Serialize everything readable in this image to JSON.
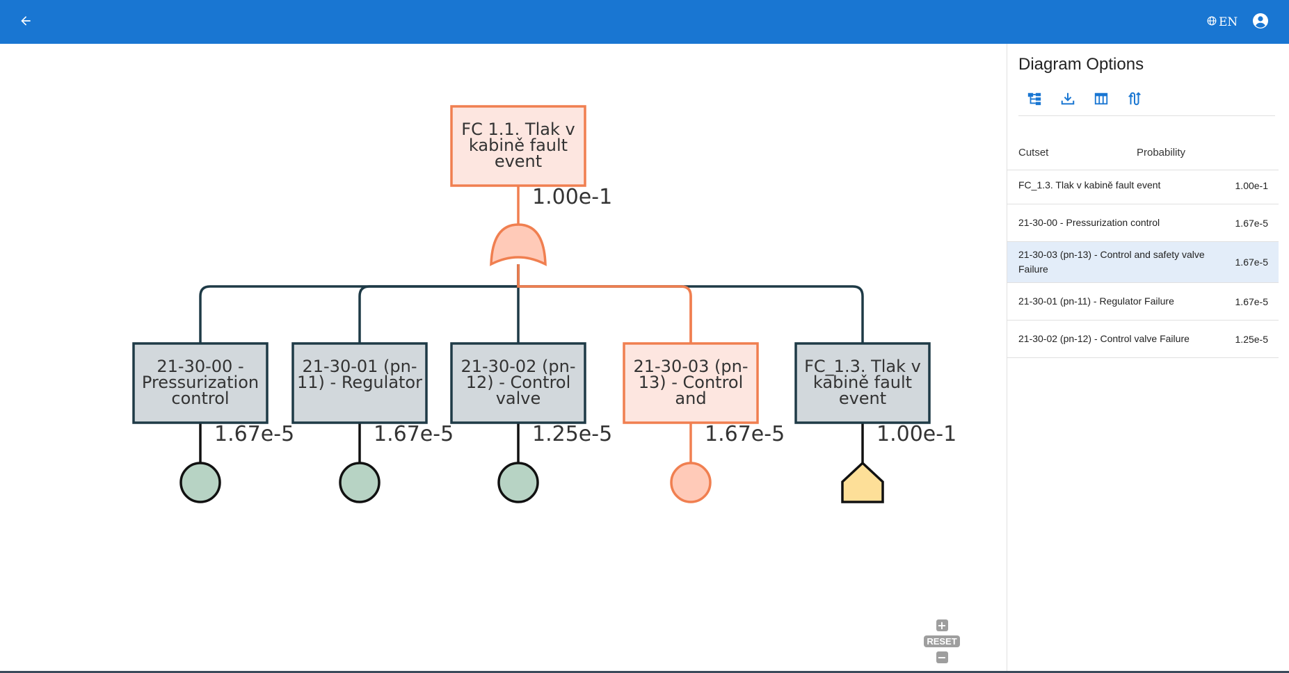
{
  "header": {
    "back_icon": "arrow-left-icon",
    "language_icon": "globe-icon",
    "language_label": "EN",
    "account_icon": "account-circle-icon",
    "background_color": "#1976d2"
  },
  "diagram": {
    "colors": {
      "highlight_stroke": "#f07f50",
      "highlight_fill": "#fde6e0",
      "gate_fill": "#ffcab8",
      "normal_stroke": "#1e3a46",
      "normal_fill": "#d2d8dc",
      "basic_event_fill": "#b7d3c4",
      "house_event_fill": "#fddf98"
    },
    "top_event": {
      "label": "FC 1.1. Tlak v kabině fault event",
      "probability": "1.00e-1",
      "gate_type": "OR"
    },
    "children": [
      {
        "label": "21-30-00 - Pressurization control",
        "probability": "1.67e-5",
        "event_type": "basic",
        "highlighted": false
      },
      {
        "label": "21-30-01 (pn-11) - Regulator",
        "probability": "1.67e-5",
        "event_type": "basic",
        "highlighted": false
      },
      {
        "label": "21-30-02 (pn-12) - Control valve",
        "probability": "1.25e-5",
        "event_type": "basic",
        "highlighted": false
      },
      {
        "label": "21-30-03 (pn-13) - Control and",
        "probability": "1.67e-5",
        "event_type": "basic",
        "highlighted": true
      },
      {
        "label": "FC_1.3. Tlak v kabině fault event",
        "probability": "1.00e-1",
        "event_type": "house",
        "highlighted": false
      }
    ],
    "zoom": {
      "zoom_in_icon": "plus-icon",
      "reset_label": "RESET",
      "zoom_out_icon": "minus-icon"
    }
  },
  "panel": {
    "title": "Diagram Options",
    "tools": [
      {
        "name": "tree-layout-icon"
      },
      {
        "name": "download-icon"
      },
      {
        "name": "table-icon"
      },
      {
        "name": "swap-vertical-icon"
      }
    ],
    "table": {
      "headers": {
        "cutset": "Cutset",
        "probability": "Probability"
      },
      "rows": [
        {
          "cutset": "FC_1.3. Tlak v kabině fault event",
          "probability": "1.00e-1",
          "selected": false
        },
        {
          "cutset": "21-30-00 - Pressurization control",
          "probability": "1.67e-5",
          "selected": false
        },
        {
          "cutset": "21-30-03 (pn-13) - Control and safety valve Failure",
          "probability": "1.67e-5",
          "selected": true
        },
        {
          "cutset": "21-30-01 (pn-11) - Regulator Failure",
          "probability": "1.67e-5",
          "selected": false
        },
        {
          "cutset": "21-30-02 (pn-12) - Control valve Failure",
          "probability": "1.25e-5",
          "selected": false
        }
      ]
    }
  }
}
